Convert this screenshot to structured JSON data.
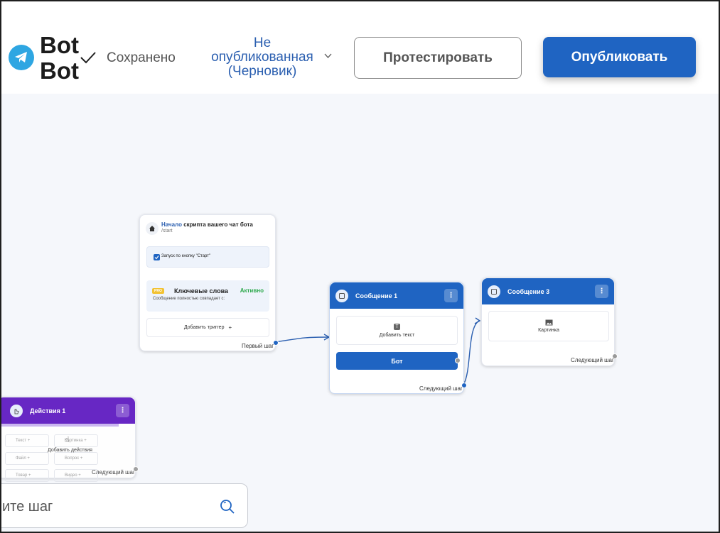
{
  "header": {
    "bot_name": "Bot Bot",
    "saved_status": "Сохранено",
    "publish_status": "Не опубликованная (Черновик)",
    "test_button": "Протестировать",
    "publish_button": "Опубликовать"
  },
  "colors": {
    "accent": "#1f64c2",
    "telegram": "#2ea6e2",
    "actions_purple": "#5b16c0",
    "active_green": "#2ba84a",
    "pro_badge": "#f2c232"
  },
  "nodes": {
    "start": {
      "title_highlight": "Начало",
      "title_rest": " скрипта вашего чат бота",
      "command": "/start",
      "trigger_start": "Запуск по кнопку \"Старт\"",
      "pro_badge": "PRO",
      "keywords_title": "Ключевые слова",
      "keywords_status": "Активно",
      "keywords_desc": "Сообщение полностью совпадает с:",
      "add_trigger": "Добавить триггер",
      "next_step": "Первый шаг"
    },
    "message1": {
      "title": "Сообщение 1",
      "add_text": "Добавить текст",
      "button_label": "Бот",
      "next_step": "Следующий шаг"
    },
    "message3": {
      "title": "Сообщение 3",
      "picture": "Картинка",
      "next_step": "Следующий шаг"
    },
    "actions1": {
      "title": "Действия 1",
      "add_actions": "Добавить действия",
      "items": [
        "Текст",
        "Картинка",
        "Файл",
        "Вопрос",
        "Товар",
        "Видео"
      ],
      "next_step": "Следующий шаг"
    }
  },
  "search": {
    "visible_text": "ите шаг"
  }
}
